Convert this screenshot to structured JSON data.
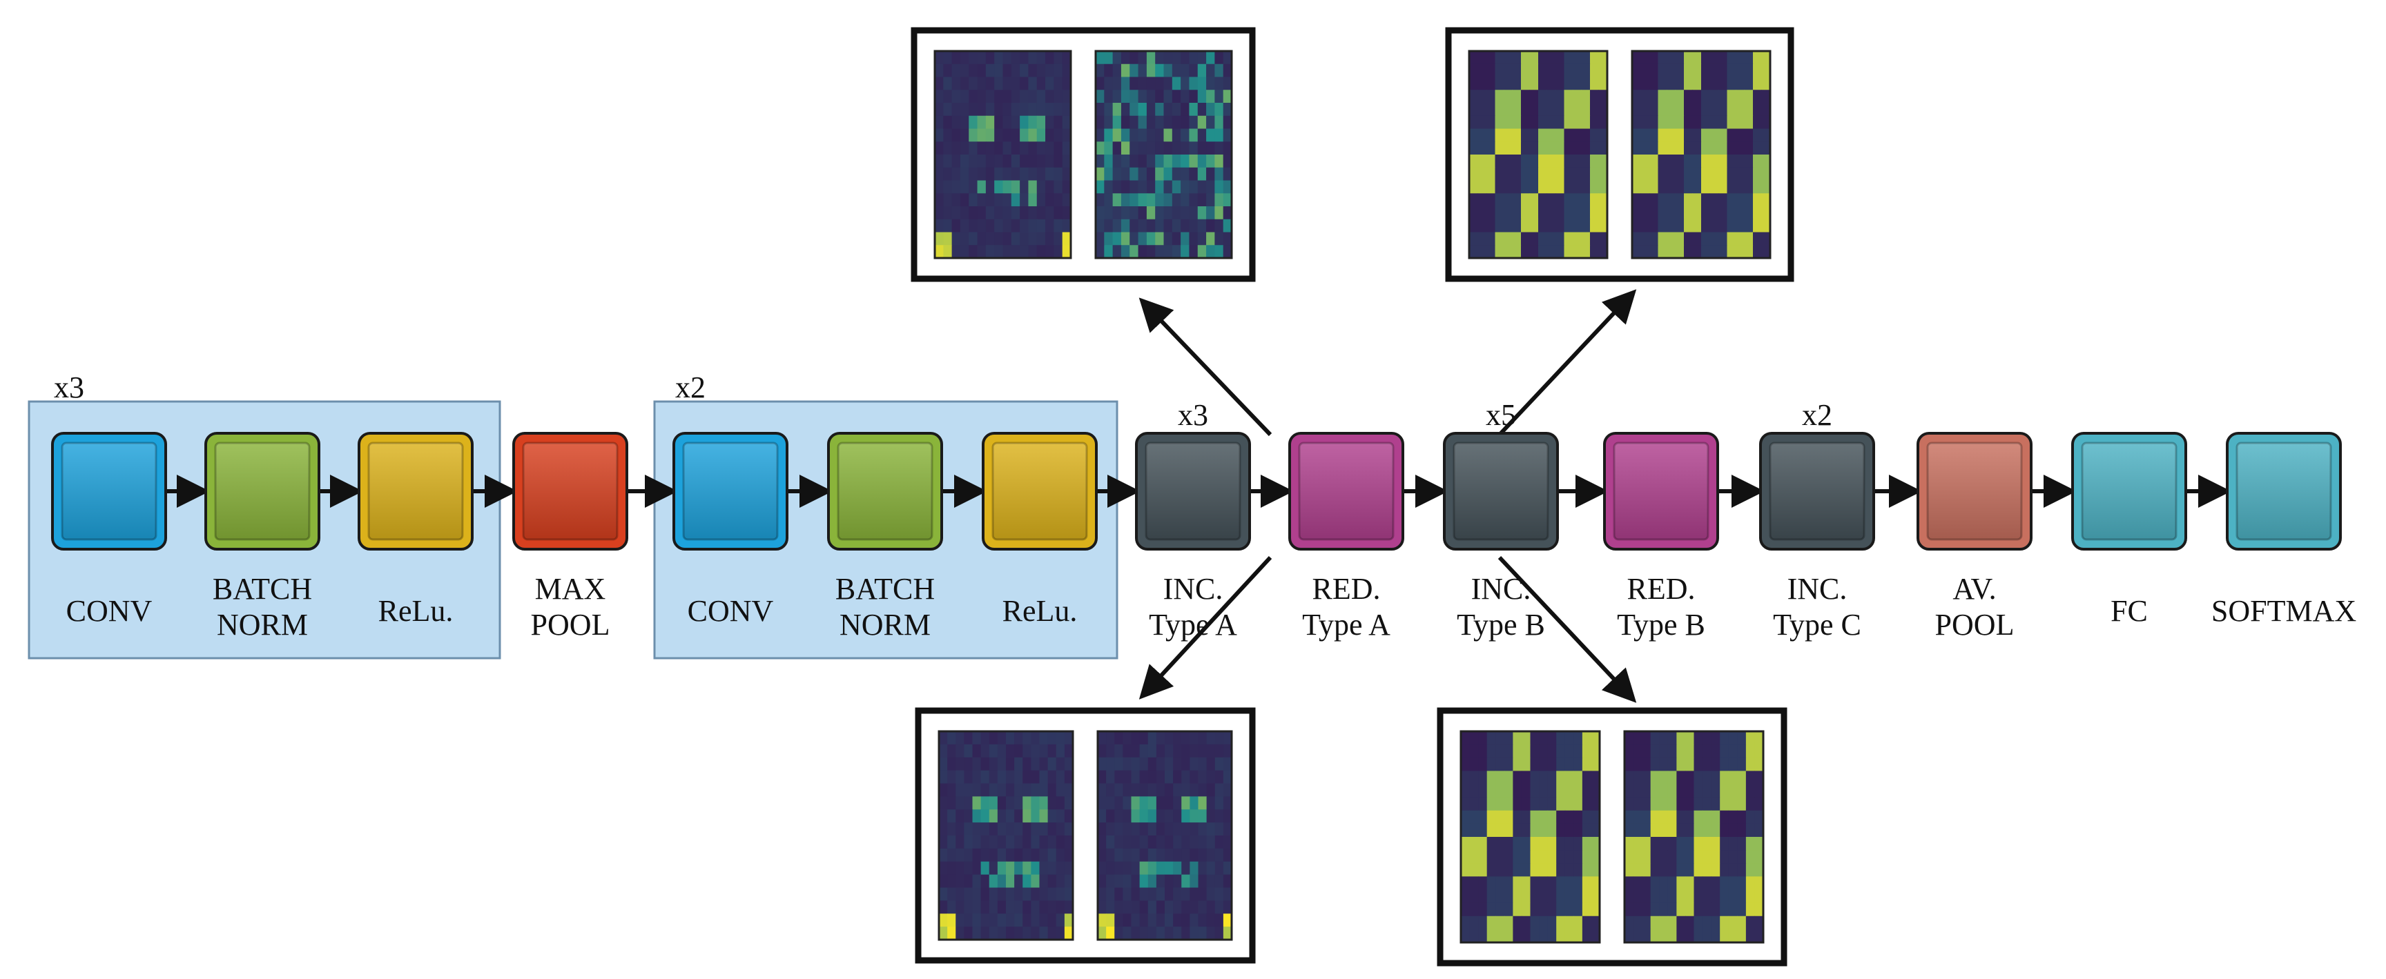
{
  "groups": [
    {
      "multiplier": "x3"
    },
    {
      "multiplier": "x2"
    }
  ],
  "blocks": [
    {
      "label_lines": [
        "CONV"
      ],
      "color": "#1da2dc"
    },
    {
      "label_lines": [
        "BATCH",
        "NORM"
      ],
      "color": "#8ab43a"
    },
    {
      "label_lines": [
        "ReLu."
      ],
      "color": "#dcb21b"
    },
    {
      "label_lines": [
        "MAX",
        "POOL"
      ],
      "color": "#d8401f"
    },
    {
      "label_lines": [
        "CONV"
      ],
      "color": "#1da2dc"
    },
    {
      "label_lines": [
        "BATCH",
        "NORM"
      ],
      "color": "#8ab43a"
    },
    {
      "label_lines": [
        "ReLu."
      ],
      "color": "#dcb21b"
    },
    {
      "label_lines": [
        "INC.",
        "Type A"
      ],
      "color": "#455259",
      "multiplier": "x3"
    },
    {
      "label_lines": [
        "RED.",
        "Type A"
      ],
      "color": "#b0408e"
    },
    {
      "label_lines": [
        "INC.",
        "Type B"
      ],
      "color": "#455259",
      "multiplier": "x5"
    },
    {
      "label_lines": [
        "RED.",
        "Type B"
      ],
      "color": "#b0408e"
    },
    {
      "label_lines": [
        "INC.",
        "Type C"
      ],
      "color": "#455259",
      "multiplier": "x2"
    },
    {
      "label_lines": [
        "AV.",
        "POOL"
      ],
      "color": "#c8705f"
    },
    {
      "label_lines": [
        "FC"
      ],
      "color": "#4db2c4"
    },
    {
      "label_lines": [
        "SOFTMAX"
      ],
      "color": "#4db2c4"
    }
  ],
  "colors": {
    "group_fill": "#bedcf2",
    "group_stroke": "#6c8fac",
    "heatmap_low": "#35144f",
    "heatmap_mid": "#21908c",
    "heatmap_high": "#fde725"
  },
  "feature_map_panels": [
    {
      "from_block": "INC. Type A",
      "position": "top-left",
      "maps": [
        "face-activation",
        "scattered-activation"
      ]
    },
    {
      "from_block": "INC. Type B",
      "position": "top-right",
      "maps": [
        "coarse-grid-activation",
        "coarse-grid-activation"
      ]
    },
    {
      "from_block": "INC. Type A",
      "position": "bottom-left",
      "maps": [
        "face-activation",
        "face-activation"
      ]
    },
    {
      "from_block": "INC. Type B",
      "position": "bottom-right",
      "maps": [
        "coarse-grid-activation",
        "coarse-grid-activation"
      ]
    }
  ]
}
